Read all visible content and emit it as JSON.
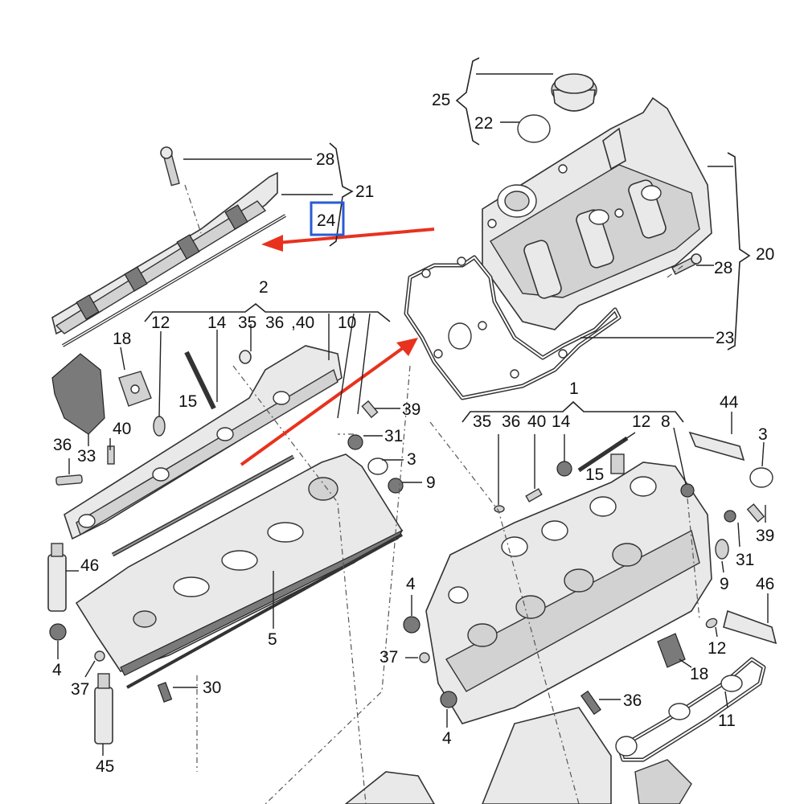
{
  "labels": {
    "l1": "1",
    "l2": "2",
    "l3a": "3",
    "l3b": "3",
    "l4a": "4",
    "l4b": "4",
    "l4c": "4",
    "l5": "5",
    "l8": "8",
    "l9a": "9",
    "l9b": "9",
    "l10": "10",
    "l11": "11",
    "l12a": "12",
    "l12b": "12",
    "l12c": "12",
    "l14a": "14",
    "l14b": "14",
    "l15a": "15",
    "l15b": "15",
    "l18a": "18",
    "l18b": "18",
    "l20": "20",
    "l21": "21",
    "l22": "22",
    "l23": "23",
    "l24": "24",
    "l25": "25",
    "l28a": "28",
    "l28b": "28",
    "l30": "30",
    "l31a": "31",
    "l31b": "31",
    "l33": "33",
    "l35a": "35",
    "l35b": "35",
    "l36a": "36",
    "l36b": "36",
    "l36c": "36",
    "l36d": "36",
    "l37a": "37",
    "l37b": "37",
    "l39a": "39",
    "l39b": "39",
    "l40a": ",40",
    "l40b": "40",
    "l40c": "40",
    "l44": "44",
    "l45": "45",
    "l46a": "46",
    "l46b": "46"
  },
  "colors": {
    "arrow": "#e8321e",
    "highlight": "#2a5bd7",
    "line": "#222222"
  },
  "highlighted_part": "24"
}
